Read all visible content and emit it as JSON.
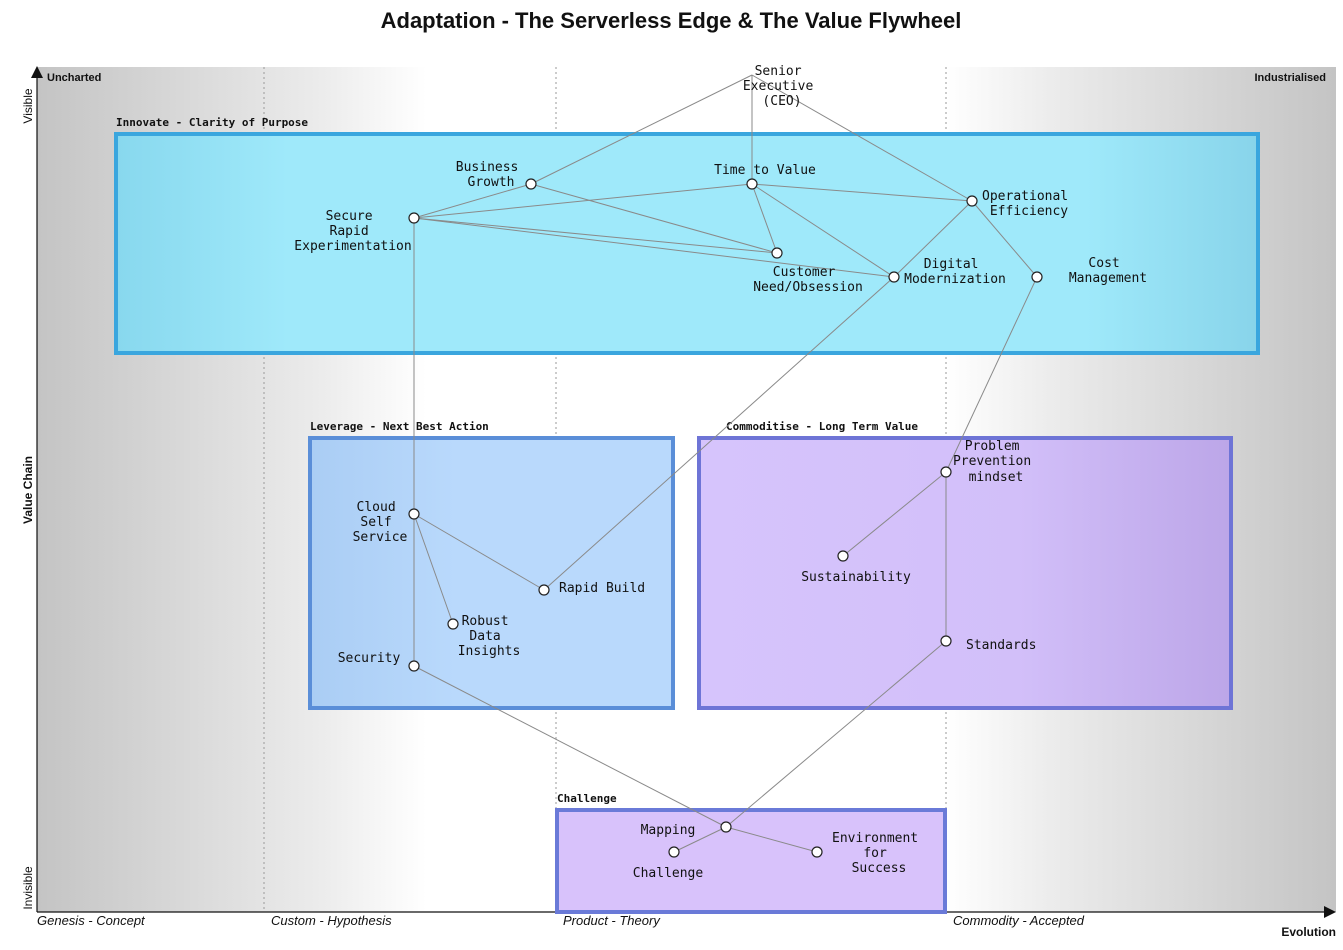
{
  "title": "Adaptation - The Serverless Edge & The Value Flywheel",
  "corners": {
    "left": "Uncharted",
    "right": "Industrialised"
  },
  "y_axis": {
    "top": "Visible",
    "middle": "Value Chain",
    "bottom": "Invisible"
  },
  "x_axis": {
    "label": "Evolution",
    "stages": [
      "Genesis - Concept",
      "Custom - Hypothesis",
      "Product - Theory",
      "Commodity - Accepted"
    ]
  },
  "regions": {
    "innovate": "Innovate - Clarity of Purpose",
    "leverage": "Leverage - Next Best Action",
    "commoditise": "Commoditise - Long Term Value",
    "challenge": "Challenge"
  },
  "nodes": {
    "senior_executive": [
      "Senior",
      "Executive",
      "(CEO)"
    ],
    "business_growth": [
      "Business",
      "Growth"
    ],
    "time_to_value": [
      "Time to Value"
    ],
    "operational_efficiency": [
      "Operational",
      "Efficiency"
    ],
    "secure_rapid_experimentation": [
      "Secure",
      "Rapid",
      "Experimentation"
    ],
    "customer_need": [
      "Customer",
      "Need/Obsession"
    ],
    "digital_modernization": [
      "Digital",
      "Modernization"
    ],
    "cost_management": [
      "Cost",
      "Management"
    ],
    "problem_prevention": [
      "Problem",
      "Prevention",
      "mindset"
    ],
    "cloud_self_service": [
      "Cloud",
      "Self",
      "Service"
    ],
    "rapid_build": [
      "Rapid Build"
    ],
    "robust_data_insights": [
      "Robust",
      "Data",
      "Insights"
    ],
    "security": [
      "Security"
    ],
    "sustainability": [
      "Sustainability"
    ],
    "standards": [
      "Standards"
    ],
    "mapping": [
      "Mapping"
    ],
    "challenge": [
      "Challenge"
    ],
    "environment_for_success": [
      "Environment",
      "for",
      "Success"
    ]
  },
  "colors": {
    "innovate_fill": "#9ee8f8",
    "innovate_border": "#3aa6de",
    "leverage_fill": "#b8d8fb",
    "leverage_border": "#5a8ed8",
    "commoditise_fill": "#d4c0fa",
    "commoditise_border": "#6e74d6",
    "challenge_fill": "#d8c2fb",
    "challenge_border": "#6a7ad8",
    "link": "#8a8a8a"
  }
}
